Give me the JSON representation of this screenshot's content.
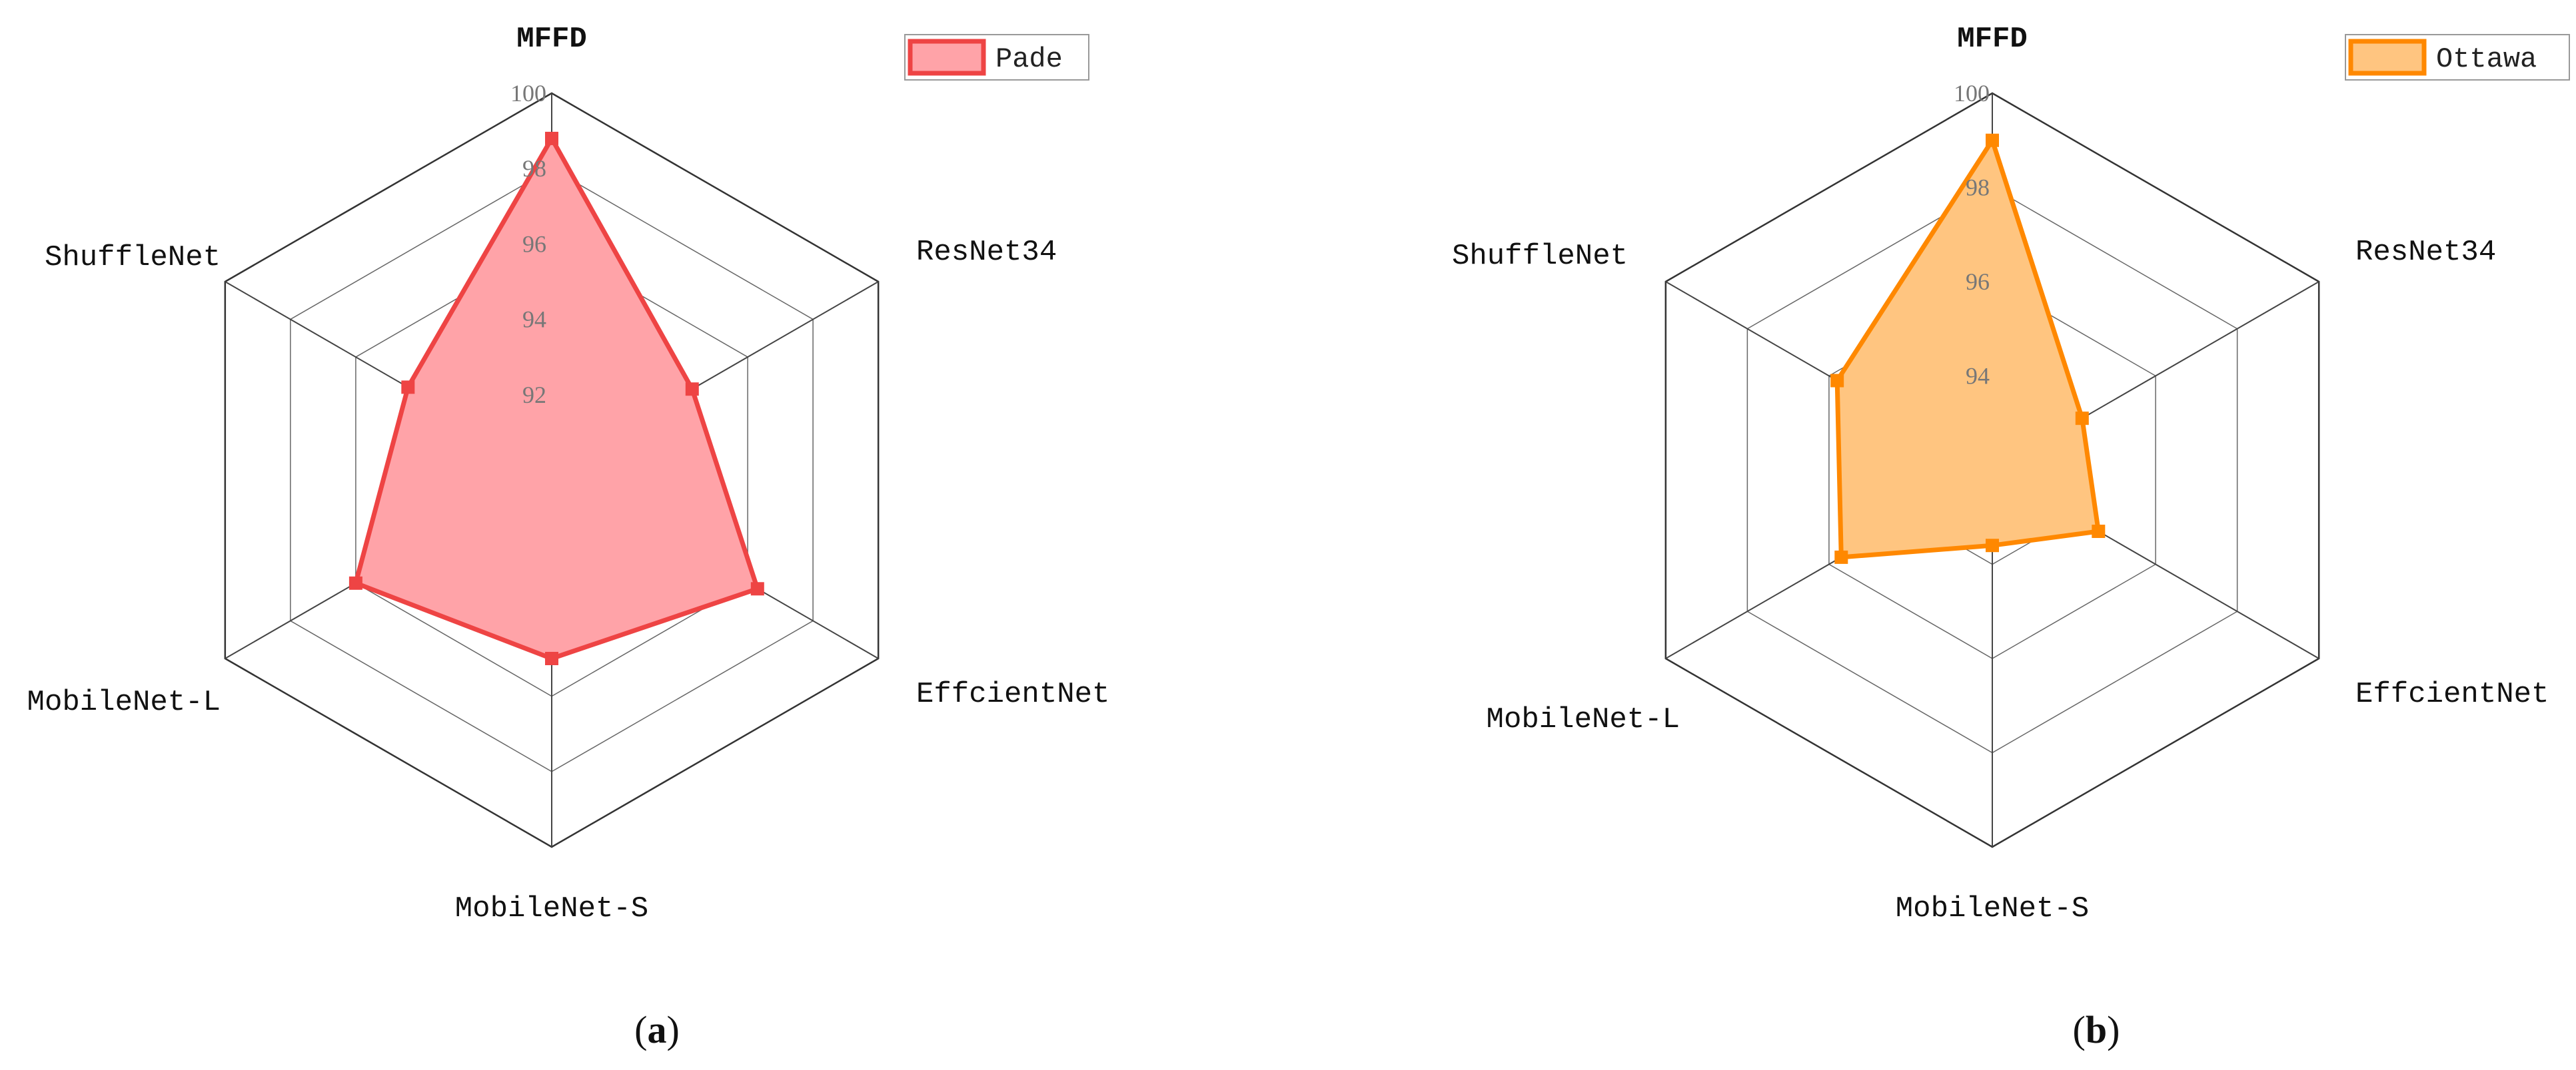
{
  "chart_data": [
    {
      "type": "radar",
      "panel_label": "a",
      "axes": [
        "MFFD",
        "ResNet34",
        "EffcientNet",
        "MobileNet-S",
        "MobileNet-L",
        "ShuffleNet"
      ],
      "rlim": [
        90,
        100
      ],
      "ticks": [
        92,
        94,
        96,
        98,
        100
      ],
      "series": [
        {
          "name": "Pade",
          "values": [
            98.8,
            94.3,
            96.3,
            95.0,
            96.0,
            94.4
          ]
        }
      ],
      "legend_position": "top-right",
      "colors": {
        "line": "#ee4444",
        "fill": "#ffa3a8"
      }
    },
    {
      "type": "radar",
      "panel_label": "b",
      "axes": [
        "MFFD",
        "ResNet34",
        "EffcientNet",
        "MobileNet-S",
        "MobileNet-L",
        "ShuffleNet"
      ],
      "rlim": [
        92,
        100
      ],
      "ticks": [
        94,
        96,
        98,
        100
      ],
      "series": [
        {
          "name": "Ottawa",
          "values": [
            99.0,
            94.2,
            94.6,
            93.6,
            95.7,
            95.8
          ]
        }
      ],
      "legend_position": "top-right",
      "colors": {
        "line": "#ff8800",
        "fill": "#ffc580"
      }
    }
  ]
}
